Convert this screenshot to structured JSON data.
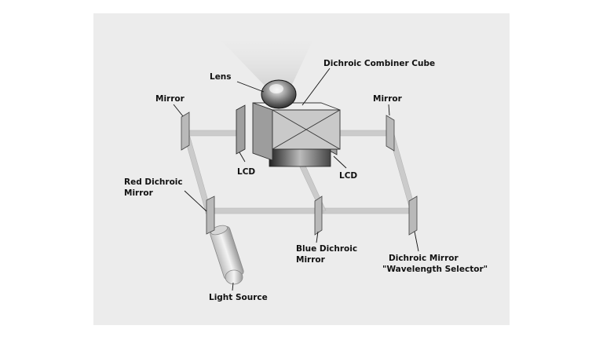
{
  "labels": {
    "lens": "Lens",
    "combiner": "Dichroic Combiner Cube",
    "mirror_left": "Mirror",
    "mirror_right": "Mirror",
    "lcd_left": "LCD",
    "lcd_right": "LCD",
    "red_dichroic_1": "Red Dichroic",
    "red_dichroic_2": "Mirror",
    "blue_dichroic_1": "Blue Dichroic",
    "blue_dichroic_2": "Mirror",
    "selector_1": "Dichroic Mirror",
    "selector_2": "\"Wavelength Selector\"",
    "light_source": "Light Source"
  }
}
